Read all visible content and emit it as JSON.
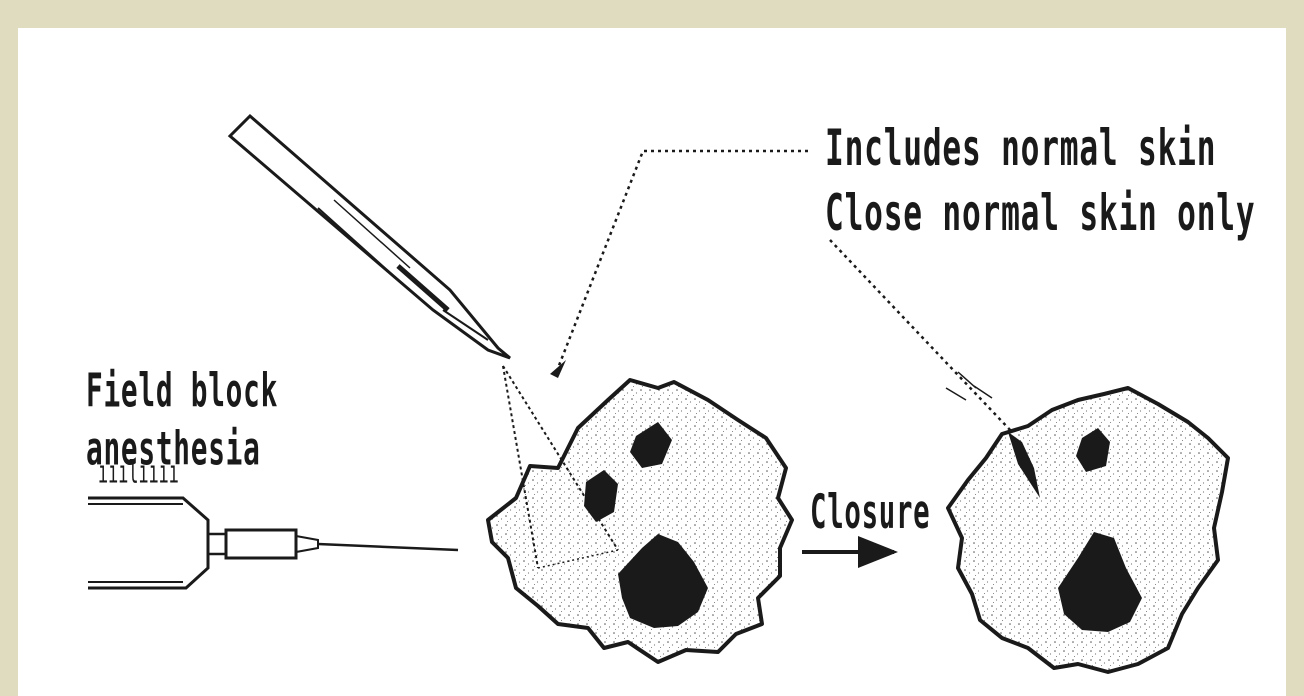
{
  "labels": {
    "includes_normal_skin": "Includes normal skin",
    "close_normal_skin_only": "Close normal skin only",
    "field_block": "Field block",
    "anesthesia": "anesthesia",
    "closure": "Closure",
    "syringe_markings": "ııılıııı"
  },
  "colors": {
    "background": "#e0dcc0",
    "panel": "#ffffff",
    "ink": "#1a1a1a"
  }
}
